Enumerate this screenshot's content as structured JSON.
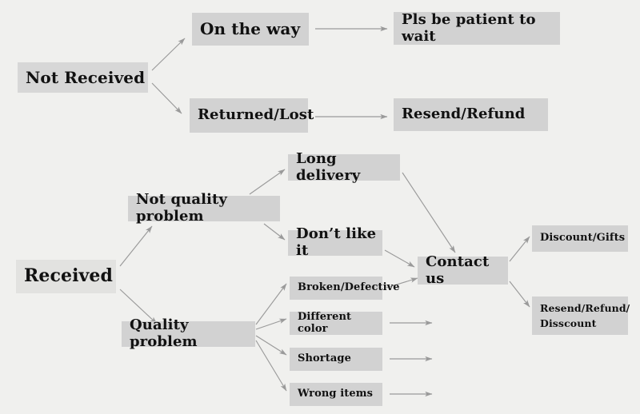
{
  "diagram": {
    "title": "Order Issue Resolution Flowchart",
    "background_color": "#f0f0ee",
    "node_fill_color": "#d2d2d2",
    "text_color": "#111111",
    "edge_color": "#9a9a9a"
  },
  "nodes": {
    "not_received": "Not Received",
    "on_the_way": "On the way",
    "pls_be_patient": "Pls be patient to wait",
    "returned_lost": "Returned/Lost",
    "resend_refund_top": "Resend/Refund",
    "received": "Received",
    "not_quality_problem": "Not quality problem",
    "long_delivery": "Long delivery",
    "dont_like_it": "Don’t like it",
    "quality_problem": "Quality problem",
    "broken_defective": "Broken/Defective",
    "different_color": "Different color",
    "shortage": "Shortage",
    "wrong_items": "Wrong items",
    "contact_us": "Contact us",
    "discount_gifts": "Discount/Gifts",
    "resend_refund_disscount": "Resend/Refund/\nDisscount"
  },
  "edges": [
    {
      "from": "not_received",
      "to": "on_the_way"
    },
    {
      "from": "not_received",
      "to": "returned_lost"
    },
    {
      "from": "on_the_way",
      "to": "pls_be_patient"
    },
    {
      "from": "returned_lost",
      "to": "resend_refund_top"
    },
    {
      "from": "received",
      "to": "not_quality_problem"
    },
    {
      "from": "received",
      "to": "quality_problem"
    },
    {
      "from": "not_quality_problem",
      "to": "long_delivery"
    },
    {
      "from": "not_quality_problem",
      "to": "dont_like_it"
    },
    {
      "from": "long_delivery",
      "to": "contact_us"
    },
    {
      "from": "dont_like_it",
      "to": "contact_us"
    },
    {
      "from": "quality_problem",
      "to": "broken_defective"
    },
    {
      "from": "quality_problem",
      "to": "different_color"
    },
    {
      "from": "quality_problem",
      "to": "shortage"
    },
    {
      "from": "quality_problem",
      "to": "wrong_items"
    },
    {
      "from": "broken_defective",
      "to": "contact_us"
    },
    {
      "from": "different_color",
      "to": "contact_us"
    },
    {
      "from": "shortage",
      "to": "contact_us"
    },
    {
      "from": "wrong_items",
      "to": "contact_us"
    },
    {
      "from": "contact_us",
      "to": "discount_gifts"
    },
    {
      "from": "contact_us",
      "to": "resend_refund_disscount"
    }
  ]
}
